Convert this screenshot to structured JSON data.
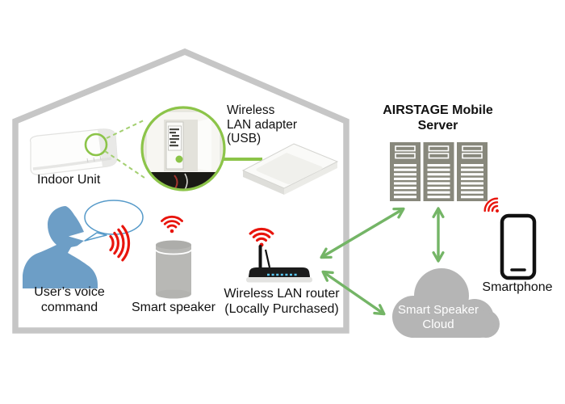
{
  "diagram": {
    "title_context": "Smart speaker voice control system diagram",
    "labels": {
      "indoor_unit": "Indoor Unit",
      "wireless_lan_adapter": "Wireless\nLAN adapter\n(USB)",
      "users_voice_command": "User’s voice\ncommand",
      "smart_speaker": "Smart speaker",
      "wireless_lan_router": "Wireless LAN router\n(Locally Purchased)",
      "airstage_mobile_server": "AIRSTAGE Mobile\nServer",
      "smartphone": "Smartphone",
      "smart_speaker_cloud": "Smart Speaker\nCloud"
    },
    "icons": [
      {
        "name": "wifi-signal-icon",
        "color": "#e8150d",
        "count": 4
      },
      {
        "name": "voice-waves-icon",
        "color": "#e8150d"
      },
      {
        "name": "speech-bubble-icon",
        "color": "#569ac9"
      },
      {
        "name": "magnifier-circle-icon",
        "color": "#8cc449"
      },
      {
        "name": "double-arrow-connector",
        "color": "#74b566",
        "count": 3
      }
    ],
    "colors": {
      "house_outline": "#c6c6c6",
      "accent_green": "#8cc449",
      "arrow_green": "#74b566",
      "signal_red": "#e8150d",
      "server_gray": "#88887c",
      "cloud_gray": "#b5b5b5",
      "speaker_gray": "#b8b8b5",
      "person_blue": "#6d9ec6",
      "bubble_blue": "#569ac9",
      "text": "#111111"
    }
  }
}
